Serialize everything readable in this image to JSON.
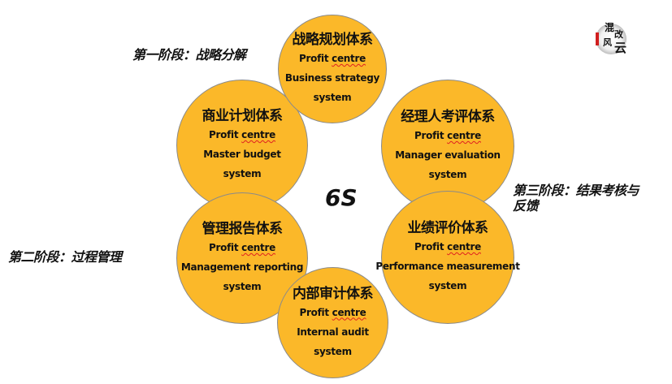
{
  "diagram": {
    "center_label": "6S",
    "colors": {
      "circle_fill": "#FBB829",
      "circle_border": "#8a8a8a",
      "text": "#111111",
      "spellcheck_underline": "#e02020"
    },
    "stages": [
      {
        "label": "第一阶段：战略分解"
      },
      {
        "label": "第二阶段：过程管理"
      },
      {
        "label": "第三阶段：结果考核与反馈"
      }
    ],
    "systems": [
      {
        "cn": "战略规划体系",
        "en1a": "Profit ",
        "en1b": "centre",
        "en2": "Business strategy",
        "en3": "system"
      },
      {
        "cn": "商业计划体系",
        "en1a": "Profit ",
        "en1b": "centre",
        "en2": "Master budget",
        "en3": "system"
      },
      {
        "cn": "经理人考评体系",
        "en1a": "Profit ",
        "en1b": "centre",
        "en2": "Manager evaluation",
        "en3": "system"
      },
      {
        "cn": "管理报告体系",
        "en1a": "Profit ",
        "en1b": "centre",
        "en2": "Management reporting",
        "en3": "system"
      },
      {
        "cn": "业绩评价体系",
        "en1a": "Profit ",
        "en1b": "centre",
        "en2": "Performance measurement",
        "en3": "system"
      },
      {
        "cn": "内部审计体系",
        "en1a": "Profit ",
        "en1b": "centre",
        "en2": "Internal audit",
        "en3": "system"
      }
    ],
    "logo": {
      "text": "混改风云",
      "chars": [
        "混",
        "改",
        "风",
        "云"
      ]
    }
  }
}
